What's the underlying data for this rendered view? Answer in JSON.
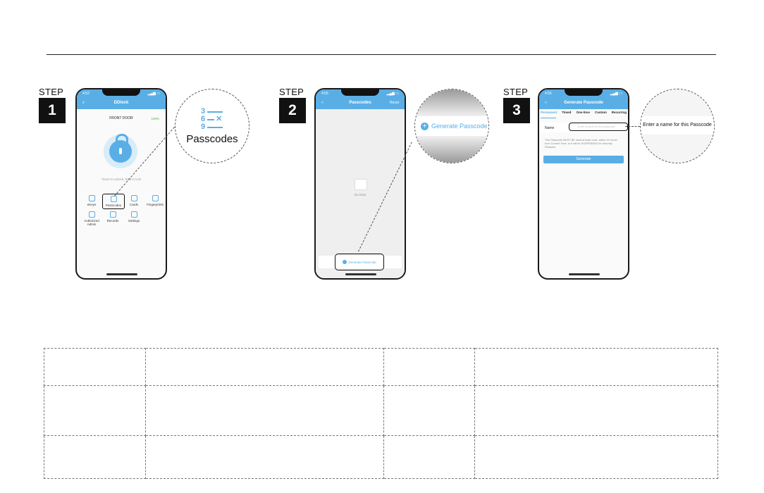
{
  "steps": [
    {
      "label": "STEP",
      "number": "1"
    },
    {
      "label": "STEP",
      "number": "2"
    },
    {
      "label": "STEP",
      "number": "3"
    }
  ],
  "phone1": {
    "status_left": "4:52",
    "status_right": "▂▄▆ ▭",
    "appbar_title": "DDlock",
    "menu_icon": "≡",
    "door_name": "FRONT DOOR",
    "battery": "100%",
    "hint": "Touch to unlock, hold to lock",
    "menu": [
      {
        "label": "eKeys"
      },
      {
        "label": "Passcodes"
      },
      {
        "label": "Cards"
      },
      {
        "label": "Fingerprints"
      },
      {
        "label": "Authorized Admin"
      },
      {
        "label": "Records"
      },
      {
        "label": "Settings"
      }
    ]
  },
  "zoom1": {
    "digits": [
      "3",
      "6",
      "9"
    ],
    "label": "Passcodes"
  },
  "phone2": {
    "status_left": "4:55",
    "status_right": "▂▄▆ ▭",
    "appbar_title": "Passcodes",
    "appbar_left": "<",
    "appbar_right": "Reset",
    "empty_text": "No Data",
    "bottom_button": "Generate Passcode"
  },
  "zoom2": {
    "button_label": "Generate Passcode"
  },
  "phone3": {
    "status_left": "4:56",
    "status_right": "▂▄▆ ▭",
    "appbar_title": "Generate Passcode",
    "appbar_left": "<",
    "tabs": [
      "Permanent",
      "Timed",
      "One-time",
      "Custom",
      "Recurring"
    ],
    "name_label": "Name",
    "name_placeholder": "Enter a name for this passcode",
    "info_text": "This Passcode MUST BE used at least once, within 24 Hours from Current Time, or it will be SUSPENDED for Security Reasons.",
    "generate_button": "Generate"
  },
  "zoom3": {
    "placeholder_label": "Enter a name for this Passcode"
  },
  "colors": {
    "accent": "#5aaee6",
    "dark": "#111111"
  }
}
